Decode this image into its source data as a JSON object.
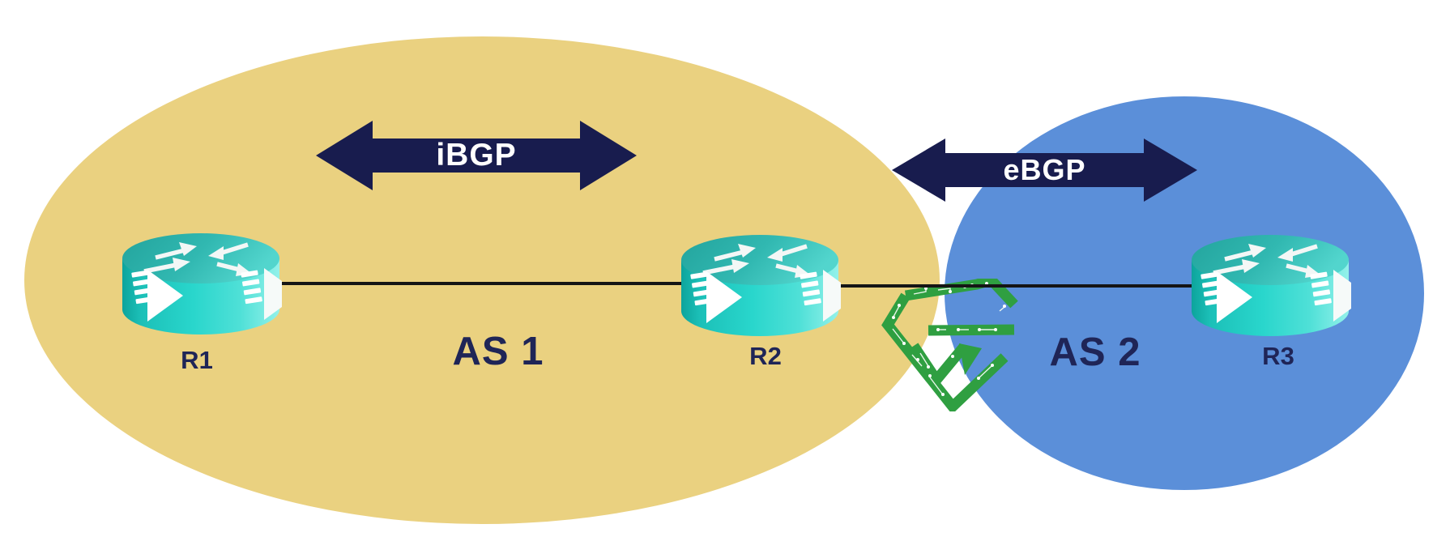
{
  "canvas": {
    "background": "#ffffff"
  },
  "autonomous_systems": [
    {
      "label": "AS 1",
      "fill": "#ead180",
      "label_color": "#1f2557",
      "routers": [
        "R1",
        "R2"
      ]
    },
    {
      "label": "AS 2",
      "fill": "#5b8fd9",
      "label_color": "#1f2557",
      "routers": [
        "R3"
      ]
    }
  ],
  "routers": [
    {
      "label": "R1"
    },
    {
      "label": "R2"
    },
    {
      "label": "R3"
    }
  ],
  "peerings": [
    {
      "label": "iBGP",
      "arrow_fill": "#181c4e",
      "label_color": "#ffffff",
      "between": "R1-R2",
      "scope": "inside AS 1"
    },
    {
      "label": "eBGP",
      "arrow_fill": "#181c4e",
      "label_color": "#ffffff",
      "between": "AS 1-AS 2",
      "scope": "between AS 1 and AS 2"
    }
  ],
  "links": [
    {
      "from": "R1",
      "to": "R2",
      "color": "#151515"
    },
    {
      "from": "R2",
      "to": "R3",
      "color": "#151515"
    }
  ],
  "icons": {
    "router_icon": "cisco-router-cylinder",
    "router_color": "#29d6cc",
    "watermark_icon": "circuit-board-g-logo",
    "watermark_color": "#2f9f41"
  }
}
